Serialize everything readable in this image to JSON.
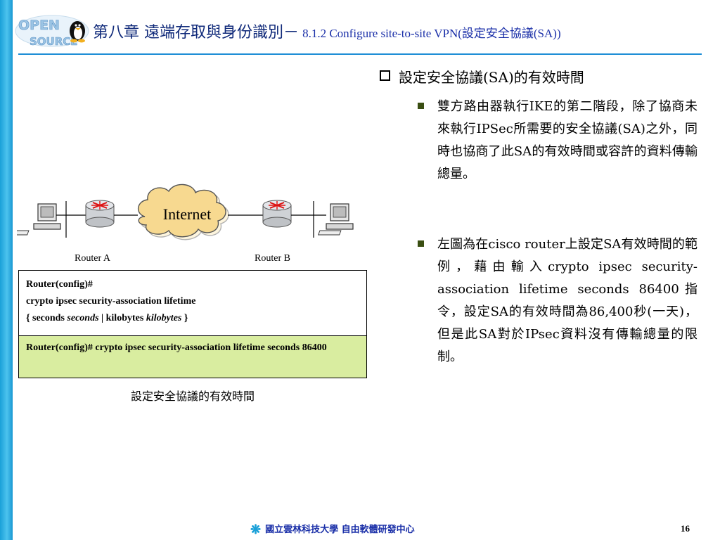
{
  "logo": {
    "text_top": "OPEN",
    "text_bottom": "SOURCE"
  },
  "header": {
    "chapter": "第八章 遠端存取與身份識別－",
    "section": "8.1.2   Configure site-to-site VPN(設定安全協議(SA))"
  },
  "main_bullet": "設定安全協議(SA)的有效時間",
  "sub_bullets": [
    "雙方路由器執行IKE的第二階段，除了協商未來執行IPSec所需要的安全協議(SA)之外，同時也協商了此SA的有效時間或容許的資料傳輸總量。",
    "左圖為在cisco router上設定SA有效時間的範例，藉由輸入crypto ipsec security-association lifetime seconds 86400指令，設定SA的有效時間為86,400秒(一天)，但是此SA對於IPsec資料沒有傳輸總量的限制。"
  ],
  "diagram": {
    "cloud_label": "Internet",
    "router_a": "Router A",
    "router_b": "Router B"
  },
  "cli": {
    "line1": "Router(config)#",
    "line2": "crypto ipsec security-association lifetime",
    "line3_a": "{ seconds ",
    "line3_b": "seconds",
    "line3_c": " | kilobytes ",
    "line3_d": "kilobytes",
    "line3_e": " }",
    "example": "Router(config)# crypto ipsec security-association lifetime seconds 86400"
  },
  "caption": "設定安全協議的有效時間",
  "footer": {
    "school": "國立雲林科技大學 自由軟體研發中心"
  },
  "page_number": "16",
  "colors": {
    "accent": "#1e8ed6",
    "title": "#102a7a",
    "example_bg": "#d9eda0"
  }
}
